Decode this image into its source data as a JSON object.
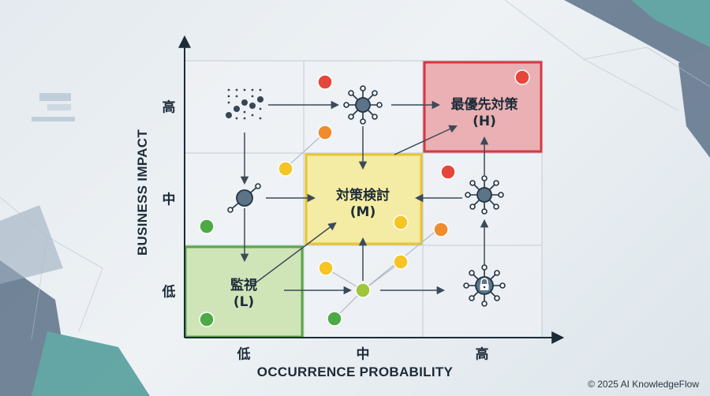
{
  "axes": {
    "x_title": "OCCURRENCE PROBABILITY",
    "y_title": "BUSINESS IMPACT",
    "x_ticks": [
      "低",
      "中",
      "高"
    ],
    "y_ticks": [
      "高",
      "中",
      "低"
    ]
  },
  "zones": {
    "high": {
      "name": "最優先対策",
      "code": "(H)"
    },
    "medium": {
      "name": "対策検討",
      "code": "(M)"
    },
    "low": {
      "name": "監視",
      "code": "(L)"
    }
  },
  "copyright": "© 2025 AI KnowledgeFlow",
  "colors": {
    "high_fill": "#eab0b3",
    "high_border": "#d7383f",
    "medium_fill": "#f4eba4",
    "medium_border": "#e8c62a",
    "low_fill": "#cfe5b8",
    "low_border": "#58a845",
    "axis": "#1d2b38",
    "dot_red": "#e5463b",
    "dot_orange": "#f08b2e",
    "dot_yellow": "#f5c524",
    "dot_lightgreen": "#9ec63a",
    "dot_green": "#4caa45"
  },
  "icons": [
    "bar-chart-icon",
    "network-hub-icon",
    "connector-node-icon",
    "network-lock-icon"
  ]
}
